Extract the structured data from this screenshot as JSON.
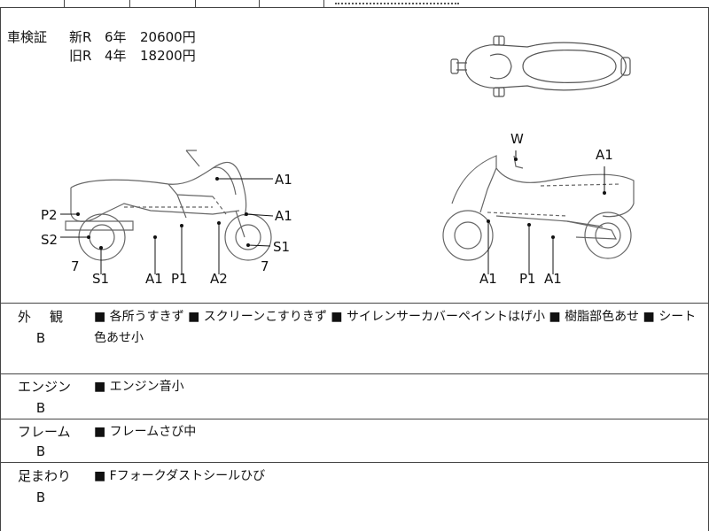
{
  "inspection": {
    "title": "車検証",
    "rows": [
      {
        "type": "新R",
        "years": "6年",
        "price": "20600円"
      },
      {
        "type": "旧R",
        "years": "4年",
        "price": "18200円"
      }
    ]
  },
  "diagram": {
    "left_labels": {
      "a1_top": "A1",
      "a1_mid": "A1",
      "s1_right": "S1",
      "p2": "P2",
      "s2": "S2",
      "seven_left": "7",
      "seven_right": "7",
      "s1_bottom": "S1",
      "a1_bottom": "A1",
      "p1_bottom": "P1",
      "a2_bottom": "A2"
    },
    "right_labels": {
      "w": "W",
      "a1_top": "A1",
      "a1_bottom_left": "A1",
      "p1_bottom": "P1",
      "a1_bottom_right": "A1"
    }
  },
  "sections": [
    {
      "label": "外　観",
      "grade": "B",
      "text1": "■ 各所うすきず ■ スクリーンこすりきず ■ サイレンサーカバーペイントはげ小 ■ 樹脂部色あせ ■ シート",
      "text2": "色あせ小"
    },
    {
      "label": "エンジン",
      "grade": "B",
      "text1": "■ エンジン音小",
      "text2": ""
    },
    {
      "label": "フレーム",
      "grade": "B",
      "text1": "■ フレームさび中",
      "text2": ""
    },
    {
      "label": "足まわり",
      "grade": "B",
      "text1": "■ Fフォークダストシールひび",
      "text2": ""
    }
  ]
}
